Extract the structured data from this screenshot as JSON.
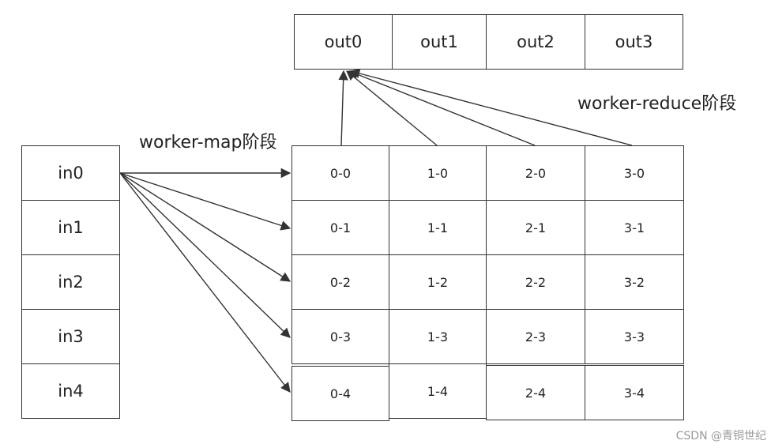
{
  "inputs": [
    "in0",
    "in1",
    "in2",
    "in3",
    "in4"
  ],
  "outputs": [
    "out0",
    "out1",
    "out2",
    "out3"
  ],
  "grid": [
    [
      "0-0",
      "1-0",
      "2-0",
      "3-0"
    ],
    [
      "0-1",
      "1-1",
      "2-1",
      "3-1"
    ],
    [
      "0-2",
      "1-2",
      "2-2",
      "3-2"
    ],
    [
      "0-3",
      "1-3",
      "2-3",
      "3-3"
    ],
    [
      "0-4",
      "1-4",
      "2-4",
      "3-4"
    ]
  ],
  "labels": {
    "map_phase": "worker-map阶段",
    "reduce_phase": "worker-reduce阶段"
  },
  "watermark": "CSDN @青铜世纪",
  "colors": {
    "line": "#333333",
    "text": "#222222",
    "watermark": "#9a9a9a"
  }
}
